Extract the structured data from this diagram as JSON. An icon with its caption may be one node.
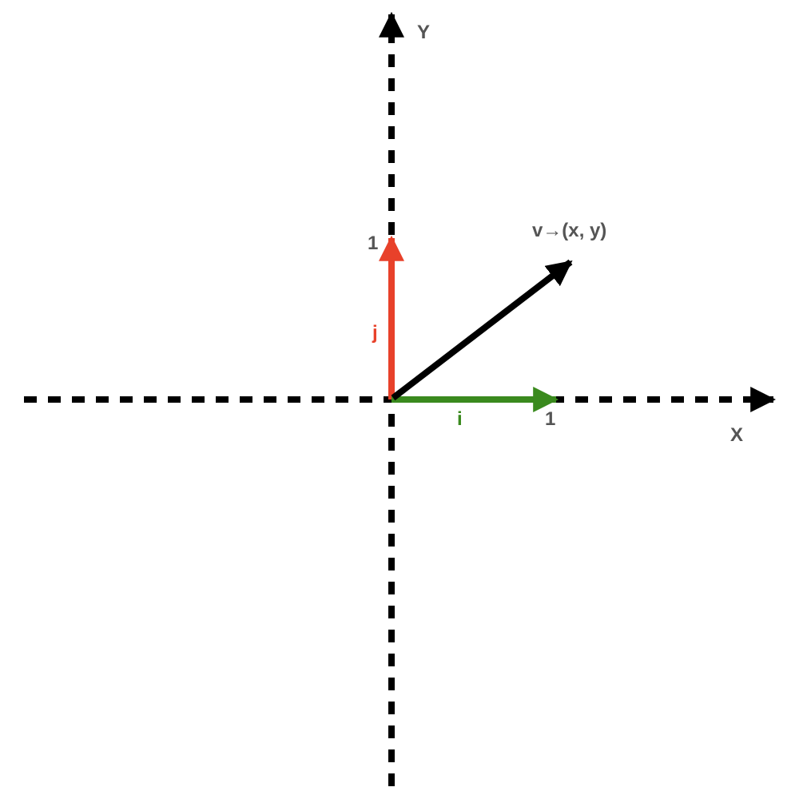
{
  "diagram": {
    "labels": [
      "Y",
      "1",
      "v→(x, y)",
      "j",
      "i",
      "1",
      "X"
    ]
  }
}
